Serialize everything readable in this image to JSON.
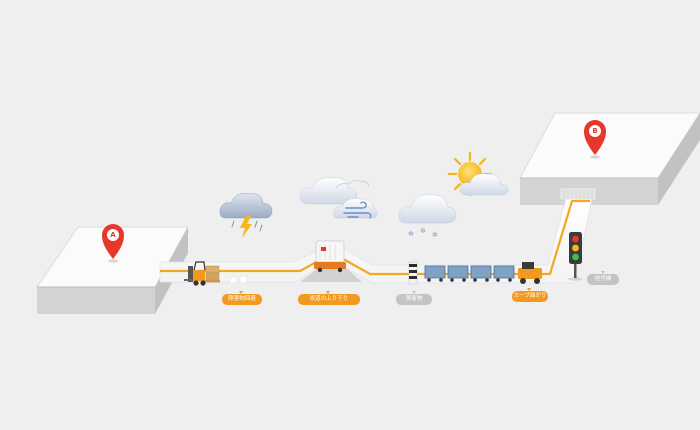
{
  "locations": {
    "origin_label": "A",
    "destination_label": "B"
  },
  "labels": {
    "obstacle_avoidance": "障害物回避",
    "slope_up_down": "坂道の上り下り",
    "obstacle": "障害物",
    "curve_turning": "カーブ曲がり",
    "traffic_signal": "信号機"
  },
  "colors": {
    "route": "#f5a623",
    "tag_active": "#f29a1f",
    "tag_inactive": "#c4c4c4",
    "pin": "#e5372c",
    "road": "#fafafa",
    "background": "#efefef"
  },
  "icons": {
    "weather": [
      "thunderstorm-icon",
      "windy-cloud-icon",
      "snow-cloud-icon",
      "sun-cloud-icon"
    ],
    "vehicles": [
      "forklift-icon",
      "agv-carrier-icon",
      "tow-tractor-icon",
      "cart-train-icon"
    ],
    "markers": [
      "location-pin-icon",
      "barrier-pole-icon",
      "traffic-light-icon"
    ]
  }
}
